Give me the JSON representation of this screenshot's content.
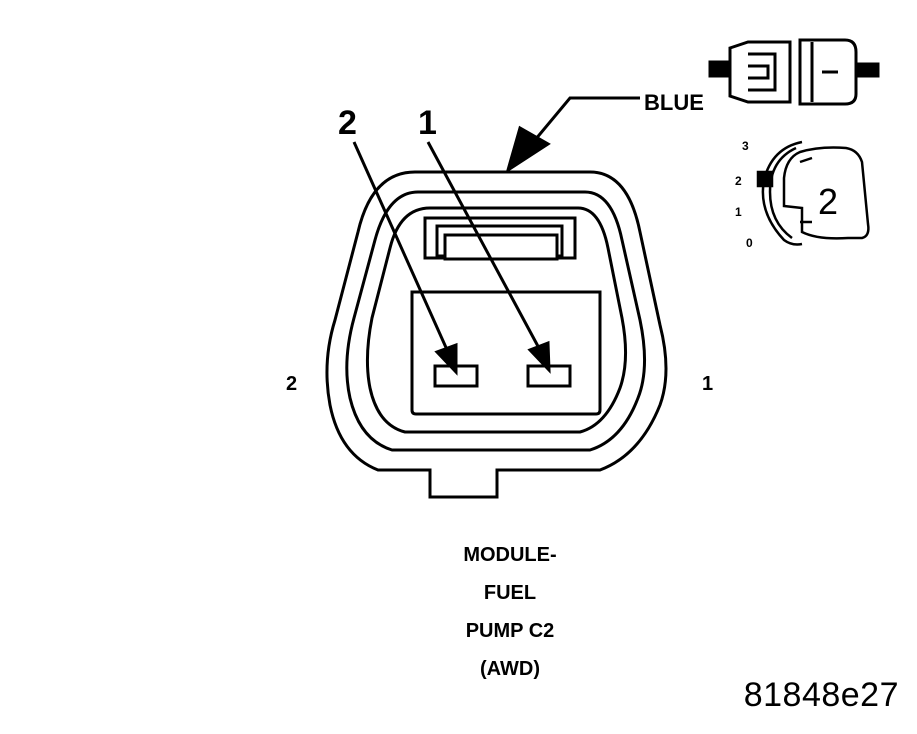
{
  "pin_callouts": {
    "pin2_number": "2",
    "pin1_number": "1"
  },
  "color_label": "BLUE",
  "side_labels": {
    "left": "2",
    "right": "1"
  },
  "key_dial": {
    "scale": [
      "3",
      "2",
      "1",
      "0"
    ],
    "key_number": "2"
  },
  "caption_lines": [
    "MODULE-",
    "FUEL",
    "PUMP C2",
    "(AWD)"
  ],
  "figure_id": "81848e27"
}
